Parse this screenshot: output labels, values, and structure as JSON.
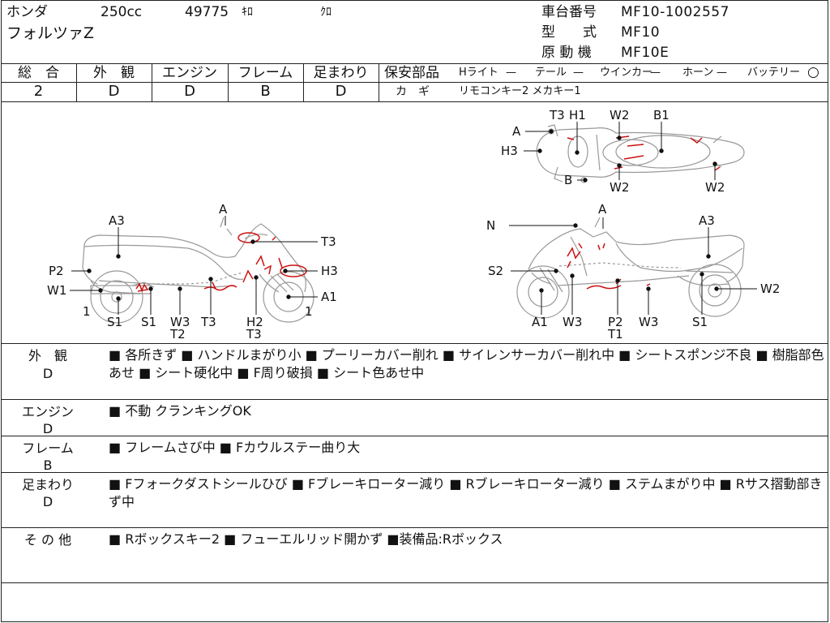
{
  "header": {
    "maker": "ホンダ",
    "displacement": "250cc",
    "mileage": "49775",
    "mileage_unit": "ｷﾛ",
    "color": "ｸﾛ",
    "model_name": "フォルツァZ",
    "frame_number_label": "車台番号",
    "frame_number": "MF10-1002557",
    "model_type_label": "型　　式",
    "model_type": "MF10",
    "engine_label": "原 動 機",
    "engine_code": "MF10E"
  },
  "grades": {
    "headers": [
      "総　合",
      "外　観",
      "エンジン",
      "フレーム",
      "足まわり"
    ],
    "values": [
      "2",
      "D",
      "D",
      "B",
      "D"
    ]
  },
  "safety": {
    "label": "保安部品",
    "items": [
      {
        "name": "Hライト",
        "value": "—"
      },
      {
        "name": "テール",
        "value": "—"
      },
      {
        "name": "ウインカー",
        "value": "—"
      },
      {
        "name": "ホーン",
        "value": "—"
      },
      {
        "name": "バッテリー",
        "value": "○"
      }
    ],
    "key_label": "カ　ギ",
    "key_value": "リモコンキー2 メカキー1"
  },
  "diagram": {
    "top_labels": [
      "T3",
      "H1",
      "W2",
      "B1",
      "A",
      "H3",
      "B",
      "W2",
      "W2"
    ],
    "left_labels": [
      "A3",
      "A",
      "T3",
      "P2",
      "H3",
      "W1",
      "A1",
      "1",
      "1",
      "S1",
      "S1",
      "W3",
      "T3",
      "H2",
      "T2",
      "T3"
    ],
    "right_labels": [
      "N",
      "A",
      "A3",
      "S2",
      "W2",
      "A1",
      "W3",
      "P2",
      "W3",
      "S1",
      "T1"
    ]
  },
  "remarks": [
    {
      "label": "外　観",
      "grade": "D",
      "text": "■ 各所きず ■ ハンドルまがり小 ■ プーリーカバー削れ ■ サイレンサーカバー削れ中 ■ シートスポンジ不良 ■ 樹脂部色あせ ■ シート硬化中 ■ F周り破損 ■ シート色あせ中"
    },
    {
      "label": "エンジン",
      "grade": "D",
      "text": "■ 不動 クランキングOK"
    },
    {
      "label": "フレーム",
      "grade": "B",
      "text": "■ フレームさび中 ■ Fカウルステー曲り大"
    },
    {
      "label": "足まわり",
      "grade": "D",
      "text": "■ Fフォークダストシールひび ■ Fブレーキローター減り ■ Rブレーキローター減り ■ ステムまがり中 ■ Rサス摺動部きず中"
    },
    {
      "label": "そ の 他",
      "grade": "",
      "text": "■ Rボックスキー2 ■ フューエルリッド開かず ■装備品:Rボックス"
    }
  ],
  "colors": {
    "line": "#222222",
    "damage_mark": "#cc1111"
  }
}
